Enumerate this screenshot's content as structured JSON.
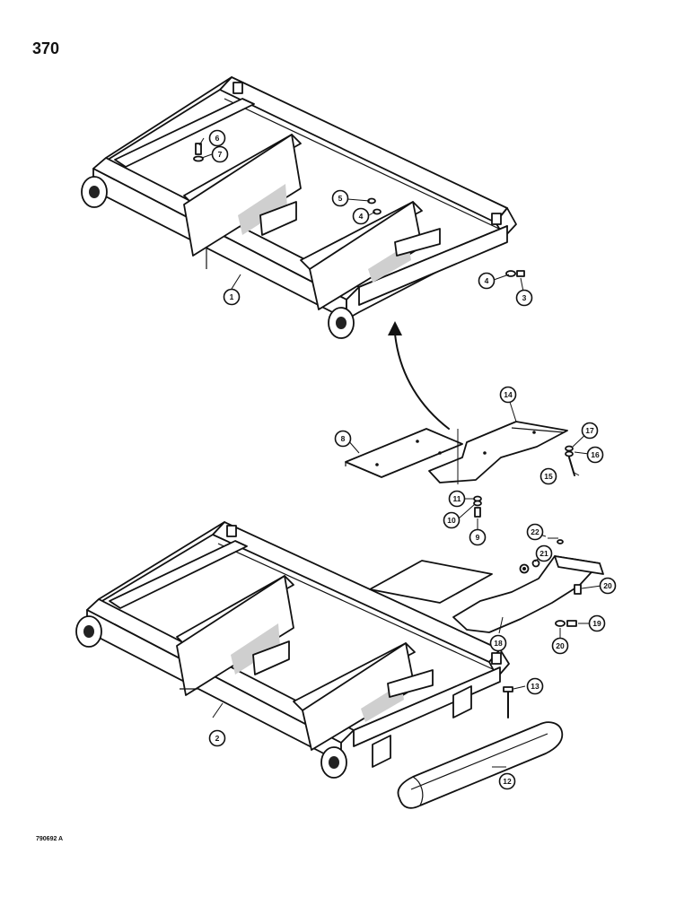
{
  "page_number": "370",
  "figure_code": "790692 A",
  "callouts": {
    "c1": "1",
    "c2": "2",
    "c3": "3",
    "c4a": "4",
    "c4b": "4",
    "c5": "5",
    "c6": "6",
    "c7": "7",
    "c8": "8",
    "c9": "9",
    "c10": "10",
    "c11": "11",
    "c12": "12",
    "c13": "13",
    "c14": "14",
    "c15": "15",
    "c16": "16",
    "c17": "17",
    "c18": "18",
    "c19": "19",
    "c20a": "20",
    "c20b": "20",
    "c21": "21",
    "c22": "22"
  }
}
